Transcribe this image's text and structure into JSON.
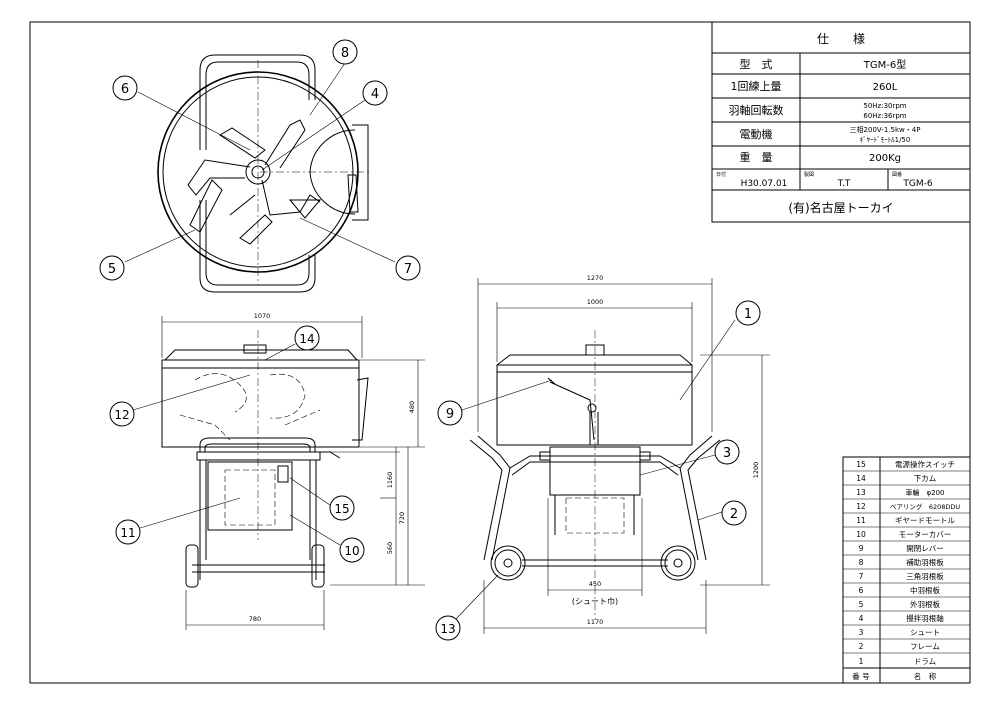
{
  "spec": {
    "title": "仕　　様",
    "rows": [
      {
        "label": "型　式",
        "value": "TGM-6型"
      },
      {
        "label": "1回練上量",
        "value": "260L"
      },
      {
        "label": "羽軸回転数",
        "value": "50Hz:30rpm",
        "value2": "60Hz:36rpm"
      },
      {
        "label": "電動機",
        "value": "三相200V-1.5kw・4P",
        "value2": "ｷﾞﾔｰﾄﾞﾓｰﾄﾙ1/50"
      },
      {
        "label": "重　量",
        "value": "200Kg"
      }
    ],
    "date_label": "日付",
    "date": "H30.07.01",
    "drawn_label": "製図",
    "drawn": "T.T",
    "dwg_label": "図番",
    "dwg": "TGM-6",
    "company": "(有)名古屋トーカイ"
  },
  "parts": {
    "header_no": "番 号",
    "header_name": "名　称",
    "items": [
      {
        "no": "15",
        "name": "電源操作スイッチ"
      },
      {
        "no": "14",
        "name": "下カム"
      },
      {
        "no": "13",
        "name": "車輪　φ200"
      },
      {
        "no": "12",
        "name": "ベアリング　6208DDU"
      },
      {
        "no": "11",
        "name": "ギヤードモートル"
      },
      {
        "no": "10",
        "name": "モーターカバー"
      },
      {
        "no": "9",
        "name": "開閉レバー"
      },
      {
        "no": "8",
        "name": "補助羽根板"
      },
      {
        "no": "7",
        "name": "三角羽根板"
      },
      {
        "no": "6",
        "name": "中羽根板"
      },
      {
        "no": "5",
        "name": "外羽根板"
      },
      {
        "no": "4",
        "name": "攪拌羽根軸"
      },
      {
        "no": "3",
        "name": "シュート"
      },
      {
        "no": "2",
        "name": "フレーム"
      },
      {
        "no": "1",
        "name": "ドラム"
      }
    ]
  },
  "dims": {
    "d1070": "1070",
    "d780": "780",
    "d480": "480",
    "d1160": "1160",
    "d720": "720",
    "d560": "560",
    "d1270": "1270",
    "d1000": "1000",
    "d1200": "1200",
    "d450": "450",
    "d1170": "1170",
    "chute_width": "(シュート巾)"
  },
  "balloons": {
    "b1": "1",
    "b2": "2",
    "b3": "3",
    "b4": "4",
    "b5": "5",
    "b6": "6",
    "b7": "7",
    "b8": "8",
    "b9": "9",
    "b10": "10",
    "b11": "11",
    "b12": "12",
    "b13": "13",
    "b14": "14",
    "b15": "15"
  }
}
